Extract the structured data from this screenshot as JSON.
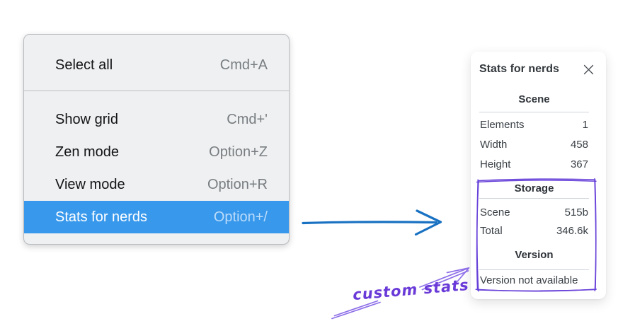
{
  "menu": {
    "items": [
      {
        "label": "Select all",
        "shortcut": "Cmd+A",
        "highlighted": false
      },
      {
        "label": "Show grid",
        "shortcut": "Cmd+'",
        "highlighted": false
      },
      {
        "label": "Zen mode",
        "shortcut": "Option+Z",
        "highlighted": false
      },
      {
        "label": "View mode",
        "shortcut": "Option+R",
        "highlighted": false
      },
      {
        "label": "Stats for nerds",
        "shortcut": "Option+/",
        "highlighted": true
      }
    ]
  },
  "stats_panel": {
    "title": "Stats for nerds",
    "sections": [
      {
        "heading": "Scene",
        "rows": [
          {
            "label": "Elements",
            "value": "1"
          },
          {
            "label": "Width",
            "value": "458"
          },
          {
            "label": "Height",
            "value": "367"
          }
        ]
      },
      {
        "heading": "Storage",
        "rows": [
          {
            "label": "Scene",
            "value": "515b"
          },
          {
            "label": "Total",
            "value": "346.6k"
          }
        ]
      },
      {
        "heading": "Version",
        "note": "Version not available"
      }
    ]
  },
  "annotation": {
    "label": "custom stats"
  },
  "icons": {
    "close": "✕"
  },
  "colors": {
    "menu_highlight": "#3898ec",
    "flow_arrow_blue": "#1971c2",
    "annotation_purple": "#6741d9",
    "annotation_light_purple": "#8d6ee8"
  }
}
